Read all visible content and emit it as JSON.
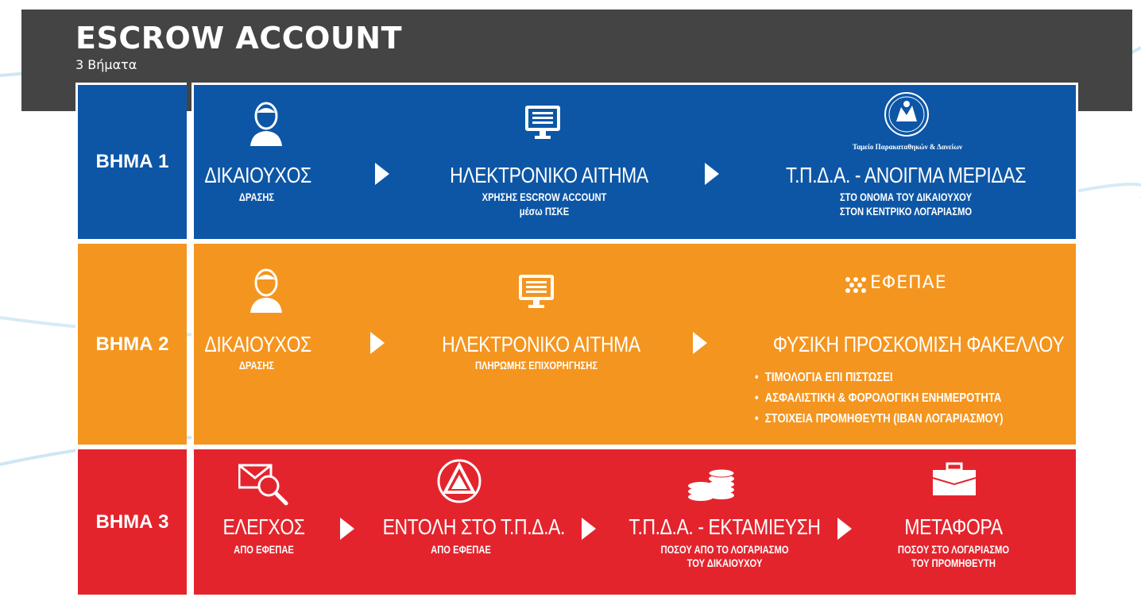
{
  "header": {
    "title": "ESCROW ACCOUNT",
    "subtitle": "3 Βήματα"
  },
  "colors": {
    "step1": "#0d56a6",
    "step2": "#f4951f",
    "step3": "#e4242d",
    "header": "#444444"
  },
  "steps": [
    {
      "label": "ΒΗΜΑ 1",
      "items": [
        {
          "icon": "user-icon",
          "main": "ΔΙΚΑΙΟΥΧΟΣ",
          "sub": "ΔΡΑΣΗΣ"
        },
        {
          "icon": "monitor-icon",
          "main": "ΗΛΕΚΤΡΟΝΙΚΟ ΑΙΤΗΜΑ",
          "sub": "ΧΡΗΣΗΣ ESCROW ACCOUNT",
          "sub2": "μέσω ΠΣΚΕ"
        },
        {
          "icon": "tpda-seal-logo",
          "logo_text": "Ταμείο Παρακαταθηκών & Δανείων",
          "main": "Τ.Π.Δ.Α. - ΑΝΟΙΓΜΑ ΜΕΡΙΔΑΣ",
          "sub": "ΣΤΟ ΟΝΟΜΑ ΤΟΥ ΔΙΚΑΙΟΥΧΟΥ",
          "sub2": "ΣΤΟΝ ΚΕΝΤΡΙΚΟ ΛΟΓΑΡΙΑΣΜΟ"
        }
      ]
    },
    {
      "label": "ΒΗΜΑ 2",
      "items": [
        {
          "icon": "user-icon",
          "main": "ΔΙΚΑΙΟΥΧΟΣ",
          "sub": "ΔΡΑΣΗΣ"
        },
        {
          "icon": "monitor-icon",
          "main": "ΗΛΕΚΤΡΟΝΙΚΟ ΑΙΤΗΜΑ",
          "sub": "ΠΛΗΡΩΜΗΣ ΕΠΙΧΟΡΗΓΗΣΗΣ"
        },
        {
          "icon": "efepae-logo",
          "logo_text": "ΕΦΕΠΑΕ",
          "main": "ΦΥΣΙΚΗ ΠΡΟΣΚΟΜΙΣΗ ΦΑΚΕΛΛΟΥ",
          "bullets": [
            "ΤΙΜΟΛΟΓΙΑ ΕΠΙ ΠΙΣΤΩΣΕΙ",
            "ΑΣΦΑΛΙΣΤΙΚΗ & ΦΟΡΟΛΟΓΙΚΗ ΕΝΗΜΕΡΟΤΗΤΑ",
            "ΣΤΟΙΧΕΙΑ ΠΡΟΜΗΘΕΥΤΗ (IBAN ΛΟΓΑΡΙΑΣΜΟΥ)"
          ]
        }
      ]
    },
    {
      "label": "ΒΗΜΑ 3",
      "items": [
        {
          "icon": "mail-search-icon",
          "main": "ΕΛΕΓΧΟΣ",
          "sub": "ΑΠΟ ΕΦΕΠΑΕ"
        },
        {
          "icon": "emblem-icon",
          "main": "ΕΝΤΟΛΗ ΣΤΟ Τ.Π.Δ.Α.",
          "sub": "ΑΠΟ ΕΦΕΠΑΕ"
        },
        {
          "icon": "coins-icon",
          "main": "Τ.Π.Δ.Α. - ΕΚΤΑΜΙΕΥΣΗ",
          "sub": "ΠΟΣΟΥ ΑΠΟ ΤΟ ΛΟΓΑΡΙΑΣΜΟ",
          "sub2": "ΤΟΥ ΔΙΚΑΙΟΥΧΟΥ"
        },
        {
          "icon": "briefcase-icon",
          "main": "ΜΕΤΑΦΟΡΑ",
          "sub": "ΠΟΣΟΥ ΣΤΟ ΛΟΓΑΡΙΑΣΜΟ",
          "sub2": "ΤΟΥ ΠΡΟΜΗΘΕΥΤΗ"
        }
      ]
    }
  ]
}
